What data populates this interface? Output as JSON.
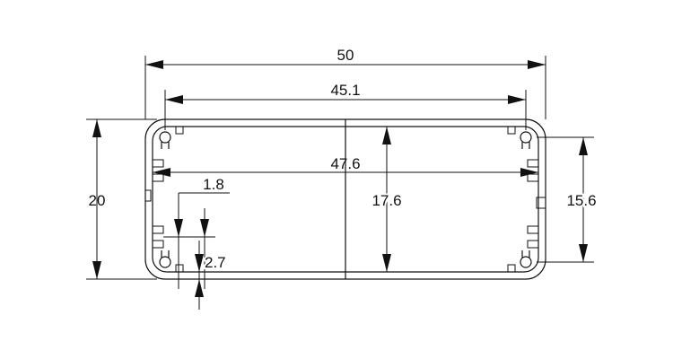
{
  "dimensions": {
    "overall_width": "50",
    "inner_slot_span": "45.1",
    "inner_width": "47.6",
    "overall_height": "20",
    "inner_height": "17.6",
    "side_slot_height": "15.6",
    "wall_offset": "1.8",
    "wall_thickness": "2.7"
  }
}
